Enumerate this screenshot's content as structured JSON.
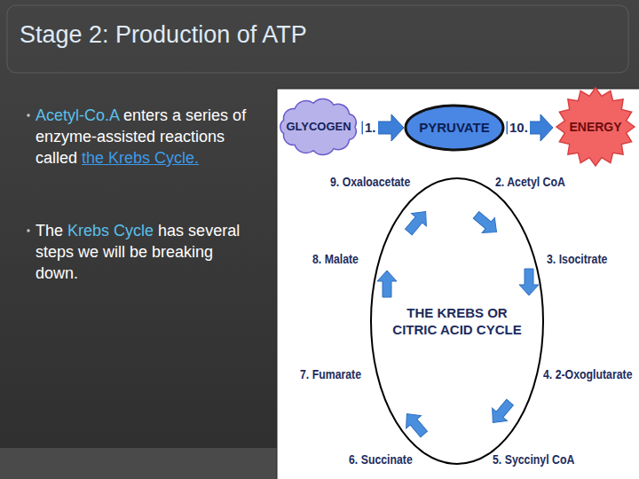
{
  "diagram": {
    "title": "Stage 2: Production of ATP",
    "nodes": [
      {
        "text": [
          "GLYCOGEN"
        ]
      },
      {
        "text": [
          "PYRUVATE"
        ]
      },
      {
        "text": [
          "ENERGY"
        ]
      },
      {
        "text": [
          "THE KREBS OR CITRIC ACID CYCLE"
        ]
      }
    ],
    "edges": [
      {
        "from": 0,
        "to": 1,
        "arrow": "to",
        "label": "1."
      },
      {
        "from": 1,
        "to": 2,
        "arrow": "to",
        "label": "10."
      }
    ],
    "labels": [
      "Acetyl-Co.A",
      "enters a series of enzyme-assisted reactions called",
      "the Krebs Cycle.",
      "The",
      "Krebs Cycle",
      "has several steps we will be breaking down.",
      "9. Oxaloacetate",
      "2. Acetyl CoA",
      "8. Malate",
      "3. Isocitrate",
      "7. Fumarate",
      "4. 2-Oxoglutarate",
      "6. Succinate",
      "5. Syccinyl CoA"
    ]
  }
}
